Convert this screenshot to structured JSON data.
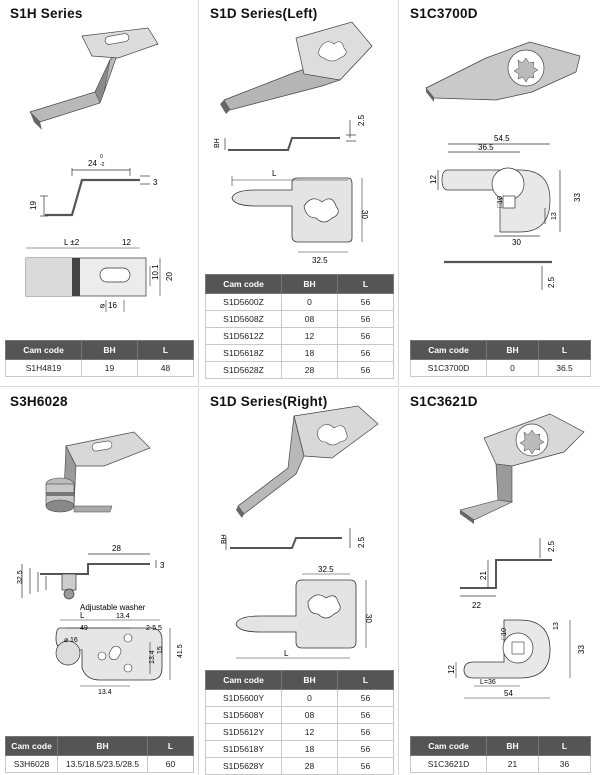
{
  "colors": {
    "header_bg": "#555555",
    "header_text": "#ffffff",
    "part_light": "#d2d2d2",
    "part_mid": "#a8a8a8",
    "part_dark": "#555555",
    "dim_line": "#333333"
  },
  "panels": [
    {
      "title": "S1H Series",
      "dims": {
        "a": "24",
        "a_tol_top": "0",
        "a_tol_bot": "-2",
        "b": "3",
        "c": "19",
        "d": "L ±2",
        "e": "12",
        "f": "10.1",
        "g": "20",
        "h": "16"
      },
      "table": {
        "headers": [
          "Cam code",
          "BH",
          "L"
        ],
        "rows": [
          [
            "S1H4819",
            "19",
            "48"
          ]
        ]
      }
    },
    {
      "title": "S1D Series(Left)",
      "dims": {
        "a": "2.5",
        "b": "BH",
        "c": "L",
        "d": "30",
        "e": "32.5"
      },
      "table": {
        "headers": [
          "Cam code",
          "BH",
          "L"
        ],
        "rows": [
          [
            "S1D5600Z",
            "0",
            "56"
          ],
          [
            "S1D5608Z",
            "08",
            "56"
          ],
          [
            "S1D5612Z",
            "12",
            "56"
          ],
          [
            "S1D5618Z",
            "18",
            "56"
          ],
          [
            "S1D5628Z",
            "28",
            "56"
          ]
        ]
      }
    },
    {
      "title": "S1C3700D",
      "dims": {
        "a": "54.5",
        "b": "36.5",
        "c": "12",
        "d": "□10",
        "e": "13",
        "f": "33",
        "g": "30",
        "h": "2.5"
      },
      "table": {
        "headers": [
          "Cam code",
          "BH",
          "L"
        ],
        "rows": [
          [
            "S1C3700D",
            "0",
            "36.5"
          ]
        ]
      }
    },
    {
      "title": "S3H6028",
      "dims": {
        "a": "28",
        "b": "3",
        "c": "32.5",
        "d": "Adjustable washer",
        "e": "L",
        "f": "13.4",
        "g": "49",
        "h": "16",
        "i": "2-5.5",
        "j": "15",
        "k": "13.4",
        "l": "41.5",
        "m": "13.4"
      },
      "table": {
        "headers": [
          "Cam code",
          "BH",
          "L"
        ],
        "rows": [
          [
            "S3H6028",
            "13.5/18.5/23.5/28.5",
            "60"
          ]
        ]
      }
    },
    {
      "title": "S1D Series(Right)",
      "dims": {
        "a": "BH",
        "b": "2.5",
        "c": "32.5",
        "d": "30",
        "e": "L"
      },
      "table": {
        "headers": [
          "Cam code",
          "BH",
          "L"
        ],
        "rows": [
          [
            "S1D5600Y",
            "0",
            "56"
          ],
          [
            "S1D5608Y",
            "08",
            "56"
          ],
          [
            "S1D5612Y",
            "12",
            "56"
          ],
          [
            "S1D5618Y",
            "18",
            "56"
          ],
          [
            "S1D5628Y",
            "28",
            "56"
          ]
        ]
      }
    },
    {
      "title": "S1C3621D",
      "dims": {
        "a": "2.5",
        "b": "21",
        "c": "22",
        "d": "□10",
        "e": "13",
        "f": "33",
        "g": "12",
        "h": "L=36",
        "i": "54"
      },
      "table": {
        "headers": [
          "Cam code",
          "BH",
          "L"
        ],
        "rows": [
          [
            "S1C3621D",
            "21",
            "36"
          ]
        ]
      }
    }
  ]
}
